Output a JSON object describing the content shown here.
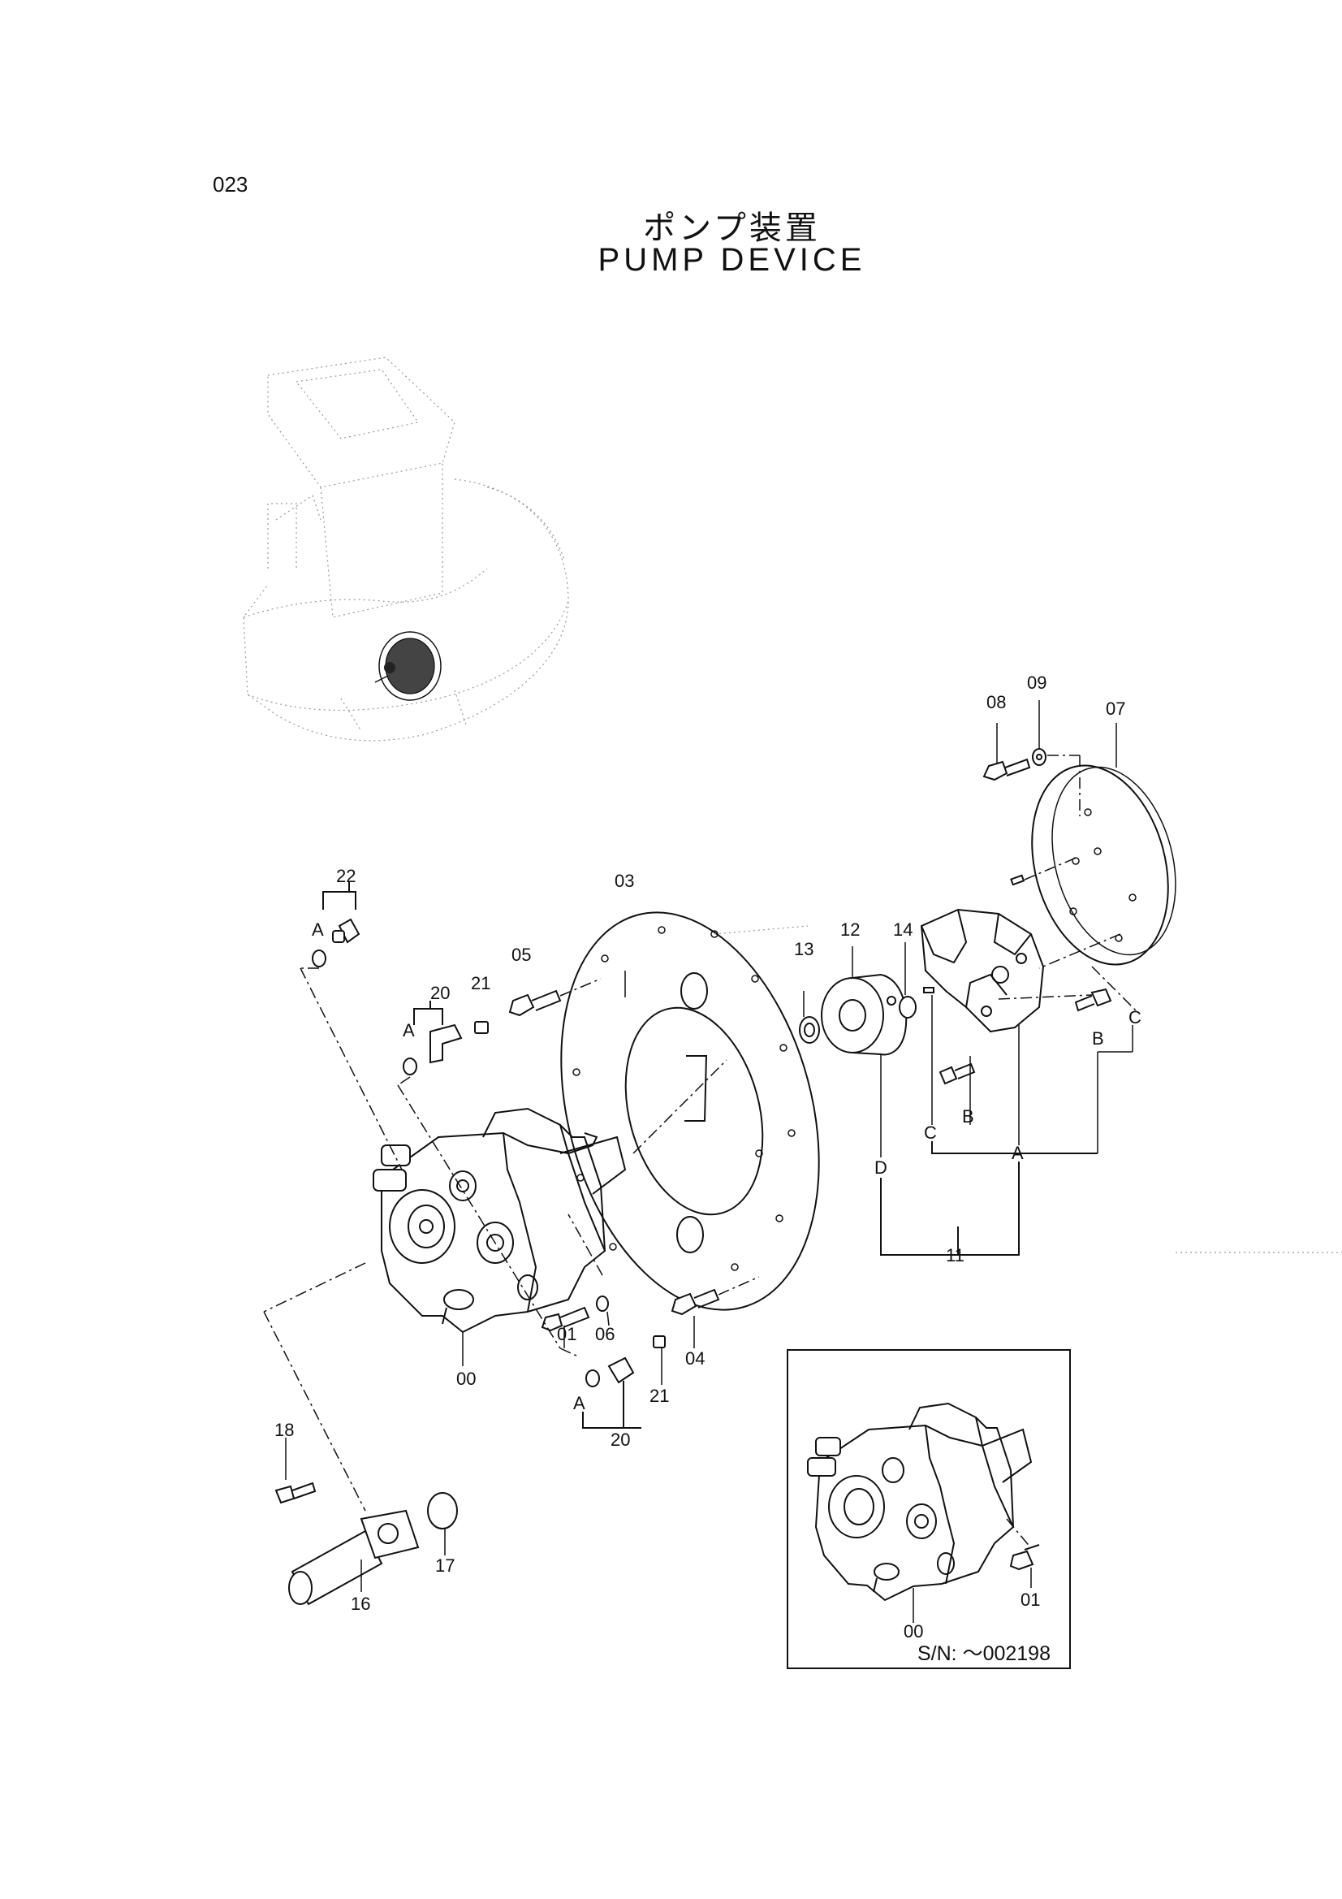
{
  "page_number": "023",
  "title_jp": "ポンプ装置",
  "title_en": "PUMP  DEVICE",
  "callouts": {
    "p00": "00",
    "p01": "01",
    "p03": "03",
    "p04": "04",
    "p05": "05",
    "p06": "06",
    "p07": "07",
    "p08": "08",
    "p09": "09",
    "p11": "11",
    "p12": "12",
    "p13": "13",
    "p14": "14",
    "p16": "16",
    "p17": "17",
    "p18": "18",
    "p20": "20",
    "p21": "21",
    "p22": "22",
    "letterA": "A",
    "letterB": "B",
    "letterC": "C",
    "letterD": "D"
  },
  "inset": {
    "serial_note": "S/N: ～002198",
    "label_00": "00",
    "label_01": "01"
  }
}
